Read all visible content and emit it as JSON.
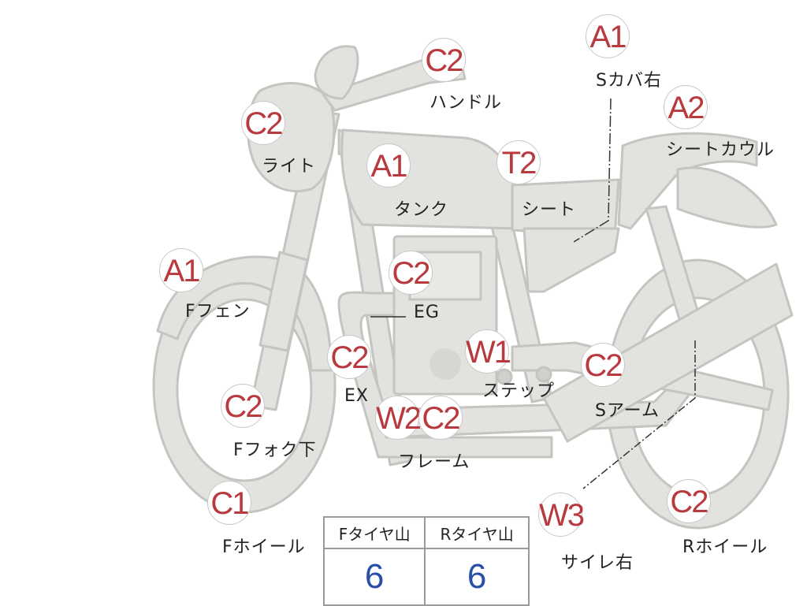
{
  "parts": [
    {
      "code": "C2",
      "label": "ハンドル"
    },
    {
      "code": "A1",
      "label": "Sカバ右"
    },
    {
      "code": "C2",
      "label": "ライト"
    },
    {
      "code": "A2",
      "label": "シートカウル"
    },
    {
      "code": "A1",
      "label": "タンク"
    },
    {
      "code": "T2",
      "label": "シート"
    },
    {
      "code": "A1",
      "label": "Fフェン"
    },
    {
      "code": "C2",
      "label": "EG"
    },
    {
      "code": "W1",
      "label": "ステップ"
    },
    {
      "code": "C2",
      "label": "EX"
    },
    {
      "code": "C2",
      "label": "Sアーム"
    },
    {
      "code": "C2",
      "label": "Fフォク下"
    },
    {
      "code": "W2",
      "label": ""
    },
    {
      "code": "C2",
      "label": "フレーム"
    },
    {
      "code": "C1",
      "label": "Fホイール"
    },
    {
      "code": "W3",
      "label": "サイレ右"
    },
    {
      "code": "C2",
      "label": "Rホイール"
    }
  ],
  "tread_depth": {
    "front_label": "Fタイヤ山",
    "rear_label": "Rタイヤ山",
    "front_value": "6",
    "rear_value": "6"
  },
  "colors": {
    "code_color": "#b83a3e",
    "value_color": "#2a4fa8",
    "diagram_fill": "#e2e2df",
    "diagram_stroke": "#c4c4c0"
  }
}
